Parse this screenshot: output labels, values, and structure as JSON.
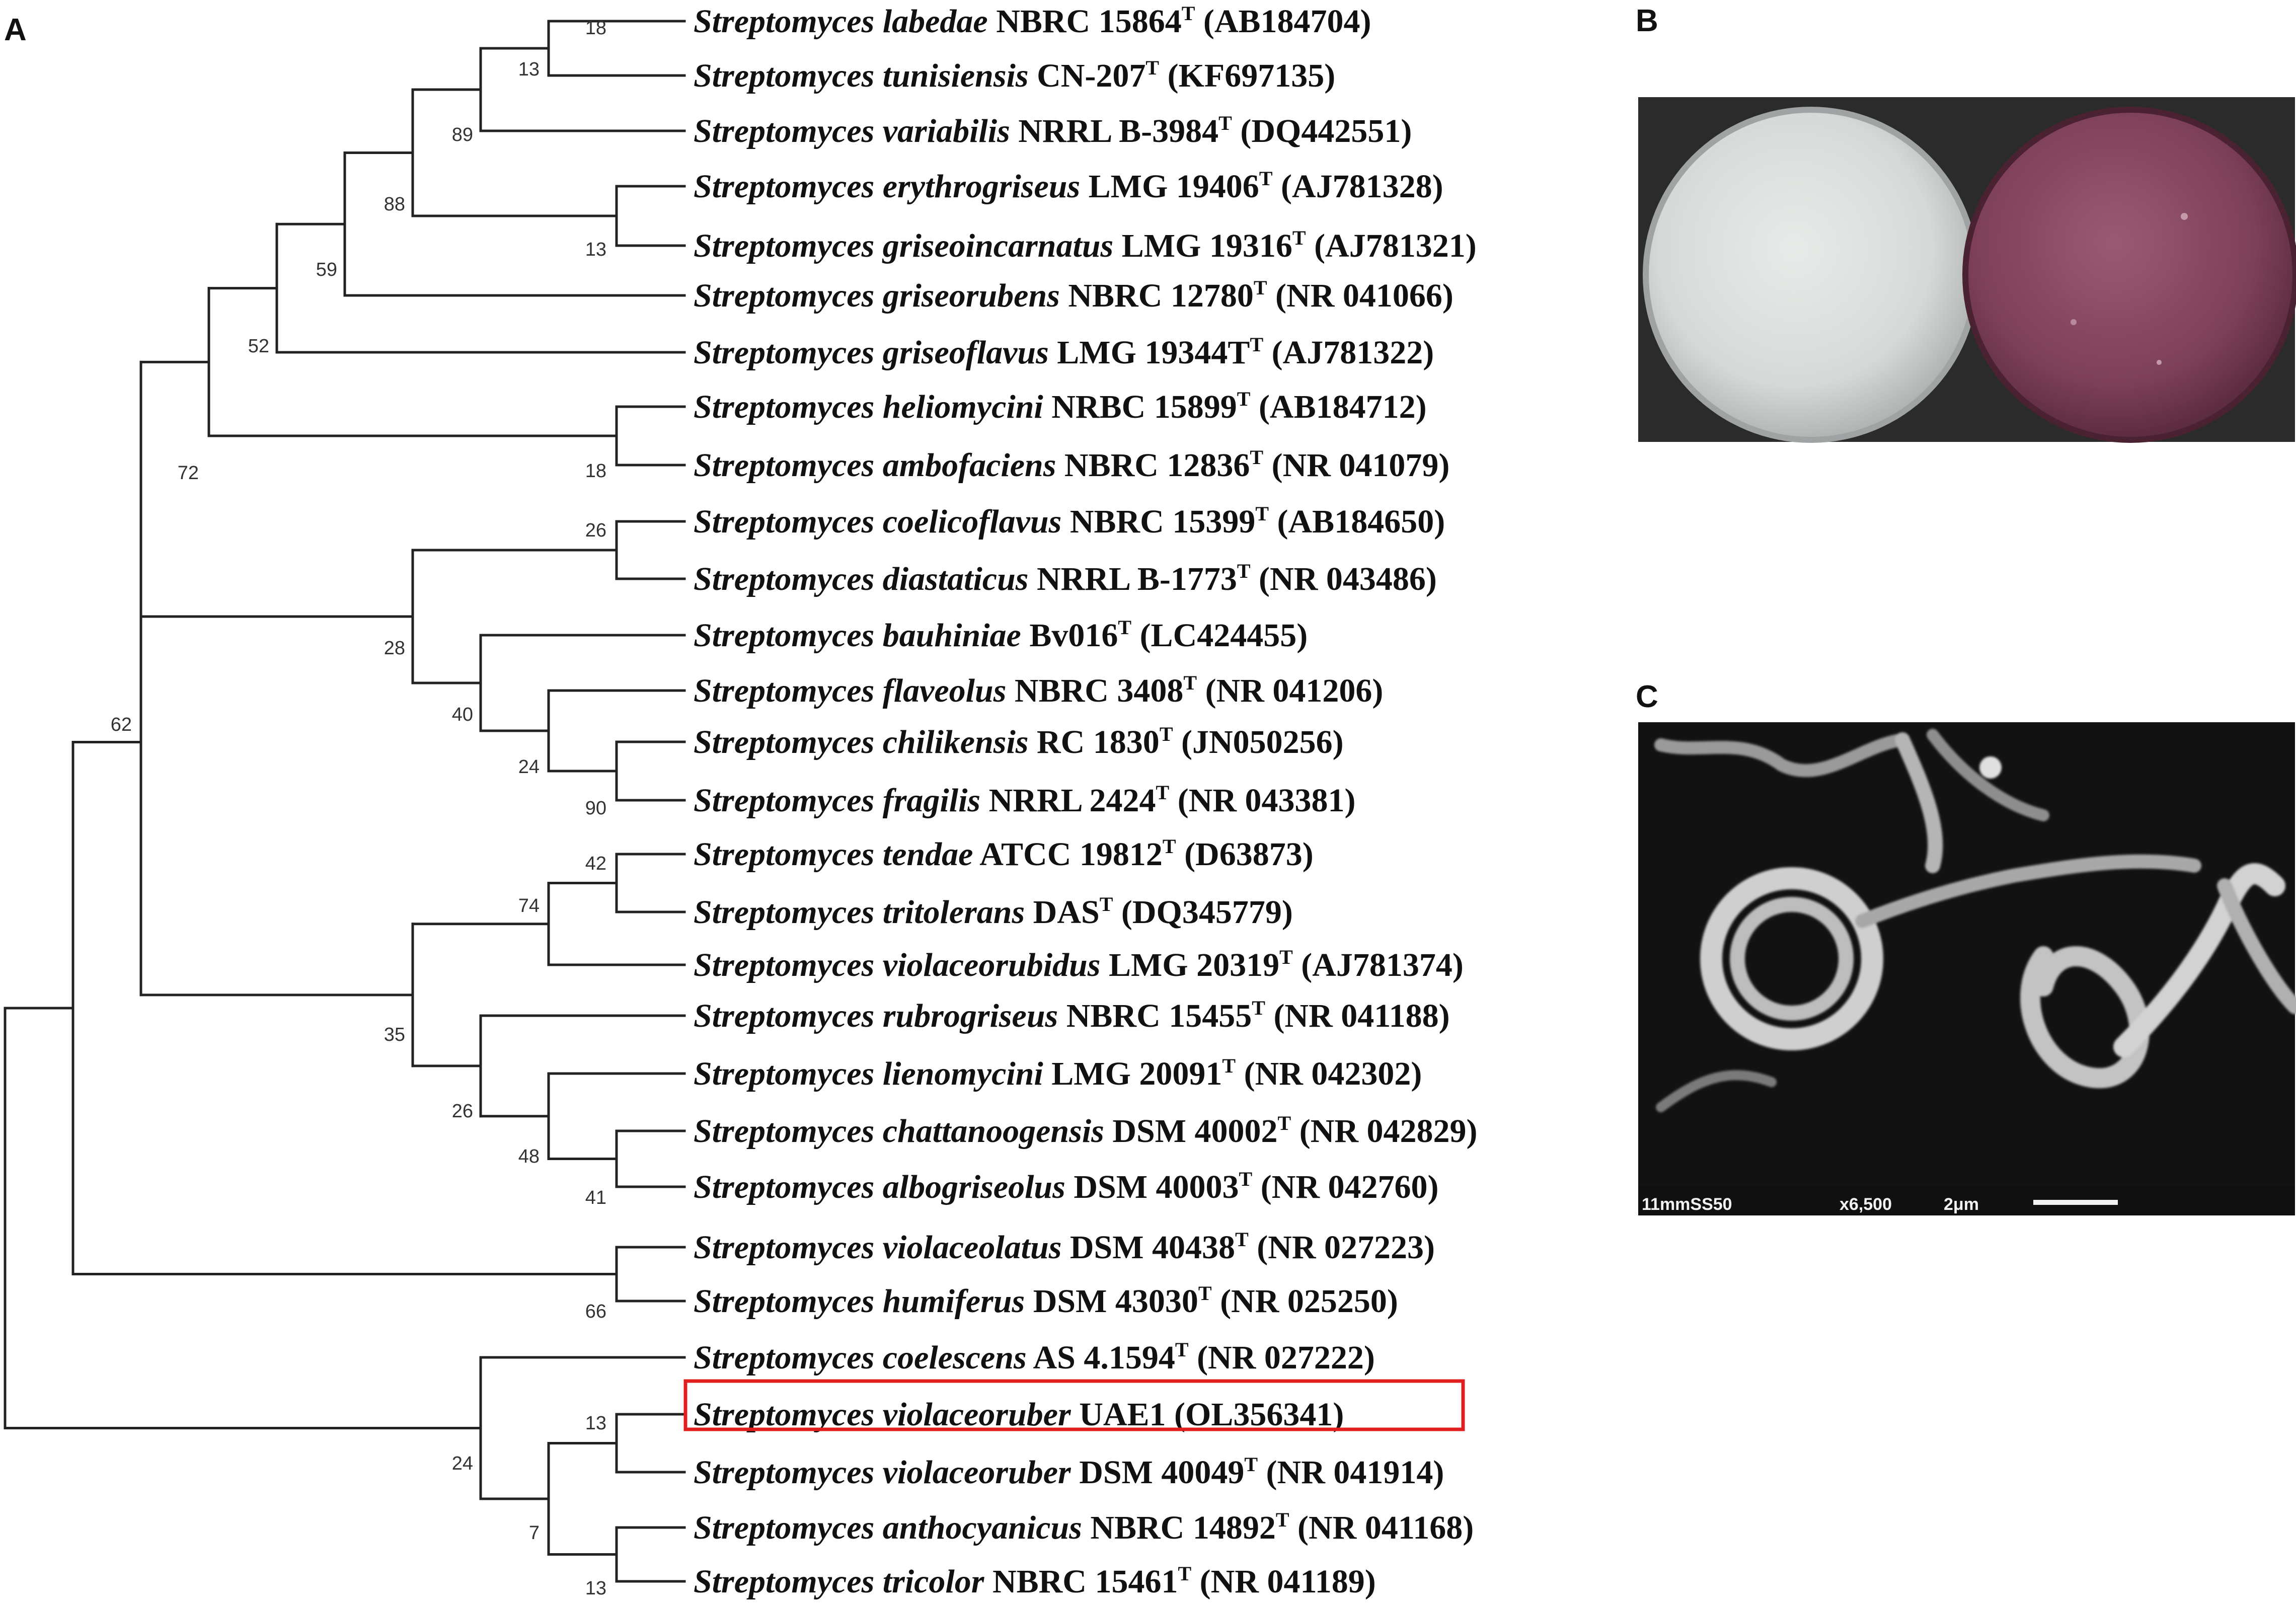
{
  "panels": {
    "a": "A",
    "b": "B",
    "c": "C"
  },
  "highlight_color": "#e02020",
  "tree": {
    "leaves": [
      {
        "genus": "Streptomyces",
        "species": "labedae",
        "strain": "NBRC 15864",
        "sup": "T",
        "acc": "(AB184704)"
      },
      {
        "genus": "Streptomyces",
        "species": "tunisiensis",
        "strain": "CN-207",
        "sup": "T",
        "acc": "(KF697135)"
      },
      {
        "genus": "Streptomyces",
        "species": "variabilis",
        "strain": "NRRL B-3984",
        "sup": "T",
        "acc": "(DQ442551)"
      },
      {
        "genus": "Streptomyces",
        "species": "erythrogriseus",
        "strain": "LMG 19406",
        "sup": "T",
        "acc": "(AJ781328)"
      },
      {
        "genus": "Streptomyces",
        "species": "griseoincarnatus",
        "strain": "LMG 19316",
        "sup": "T",
        "acc": "(AJ781321)"
      },
      {
        "genus": "Streptomyces",
        "species": "griseorubens",
        "strain": "NBRC 12780",
        "sup": "T",
        "acc": "(NR 041066)"
      },
      {
        "genus": "Streptomyces",
        "species": "griseoflavus",
        "strain": "LMG 19344T",
        "sup": "T",
        "acc": "(AJ781322)"
      },
      {
        "genus": "Streptomyces",
        "species": "heliomycini",
        "strain": "NRBC 15899",
        "sup": "T",
        "acc": "(AB184712)"
      },
      {
        "genus": "Streptomyces",
        "species": "ambofaciens",
        "strain": "NBRC 12836",
        "sup": "T",
        "acc": "(NR 041079)"
      },
      {
        "genus": "Streptomyces",
        "species": "coelicoflavus",
        "strain": "NBRC 15399",
        "sup": "T",
        "acc": "(AB184650)"
      },
      {
        "genus": "Streptomyces",
        "species": "diastaticus",
        "strain": "NRRL B-1773",
        "sup": "T",
        "acc": "(NR 043486)"
      },
      {
        "genus": "Streptomyces",
        "species": "bauhiniae",
        "strain": "Bv016",
        "sup": "T",
        "acc": "(LC424455)"
      },
      {
        "genus": "Streptomyces",
        "species": "flaveolus",
        "strain": "NBRC 3408",
        "sup": "T",
        "acc": "(NR 041206)"
      },
      {
        "genus": "Streptomyces",
        "species": "chilikensis",
        "strain": "RC 1830",
        "sup": "T",
        "acc": "(JN050256)"
      },
      {
        "genus": "Streptomyces",
        "species": "fragilis",
        "strain": "NRRL 2424",
        "sup": "T",
        "acc": "(NR 043381)"
      },
      {
        "genus": "Streptomyces",
        "species": "tendae",
        "strain": "ATCC 19812",
        "sup": "T",
        "acc": "(D63873)"
      },
      {
        "genus": "Streptomyces",
        "species": "tritolerans",
        "strain": " DAS",
        "sup": "T",
        "acc": "(DQ345779)"
      },
      {
        "genus": "Streptomyces",
        "species": "violaceorubidus",
        "strain": "LMG 20319",
        "sup": "T",
        "acc": "(AJ781374)"
      },
      {
        "genus": "Streptomyces",
        "species": "rubrogriseus",
        "strain": "NBRC 15455",
        "sup": "T",
        "acc": "(NR 041188)"
      },
      {
        "genus": "Streptomyces",
        "species": "lienomycini",
        "strain": "LMG 20091",
        "sup": "T",
        "acc": "(NR 042302)"
      },
      {
        "genus": "Streptomyces",
        "species": "chattanoogensis",
        "strain": "DSM 40002",
        "sup": "T",
        "acc": "(NR 042829)"
      },
      {
        "genus": "Streptomyces",
        "species": "albogriseolus",
        "strain": "DSM 40003",
        "sup": "T",
        "acc": "(NR 042760)"
      },
      {
        "genus": "Streptomyces",
        "species": "violaceolatus",
        "strain": "DSM 40438",
        "sup": "T",
        "acc": "(NR 027223)"
      },
      {
        "genus": "Streptomyces",
        "species": "humiferus",
        "strain": "DSM 43030",
        "sup": "T",
        "acc": "(NR 025250)"
      },
      {
        "genus": "Streptomyces",
        "species": "coelescens",
        "strain": "AS 4.1594",
        "sup": "T",
        "acc": "(NR 027222)"
      },
      {
        "genus": "Streptomyces",
        "species": "violaceoruber",
        "strain": "UAE1",
        "sup": "",
        "acc": "(OL356341)",
        "highlight": true
      },
      {
        "genus": "Streptomyces",
        "species": "violaceoruber",
        "strain": "DSM 40049",
        "sup": "T",
        "acc": "(NR 041914)"
      },
      {
        "genus": "Streptomyces",
        "species": "anthocyanicus",
        "strain": "NBRC 14892",
        "sup": "T",
        "acc": "(NR 041168)"
      },
      {
        "genus": "Streptomyces",
        "species": "tricolor",
        "strain": "NBRC 15461",
        "sup": "T",
        "acc": "(NR 041189)"
      }
    ],
    "bootstrap": [
      "18",
      "13",
      "89",
      "13",
      "88",
      "59",
      "52",
      "18",
      "72",
      "26",
      "28",
      "40",
      "24",
      "90",
      "62",
      "42",
      "74",
      "35",
      "26",
      "48",
      "41",
      "66",
      "13",
      "24",
      "7",
      "13"
    ]
  },
  "sem": {
    "label": "11mmSS50",
    "magnification": "x6,500",
    "scale": "2μm"
  }
}
